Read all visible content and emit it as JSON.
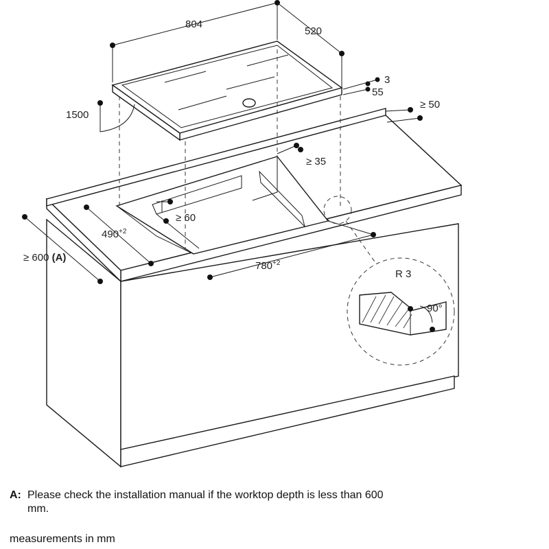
{
  "dimensions": {
    "hob_width": "804",
    "hob_depth": "520",
    "glass_thickness": "3",
    "hob_height": "55",
    "cable_length": "1500",
    "rear_clearance": "≥ 50",
    "rear_cutout_distance": "≥ 35",
    "side_clearance": "≥ 60",
    "cutout_depth": "490",
    "cutout_depth_tolerance": "+2",
    "cutout_width": "780",
    "cutout_width_tolerance": "+2",
    "worktop_depth": "≥ 600",
    "worktop_depth_ref": "(A)",
    "edge_radius": "R 3",
    "edge_angle": "90°"
  },
  "notes": {
    "key": "A:",
    "text": "Please check the installation manual if the worktop depth is less than 600 mm."
  },
  "units": "measurements in mm"
}
